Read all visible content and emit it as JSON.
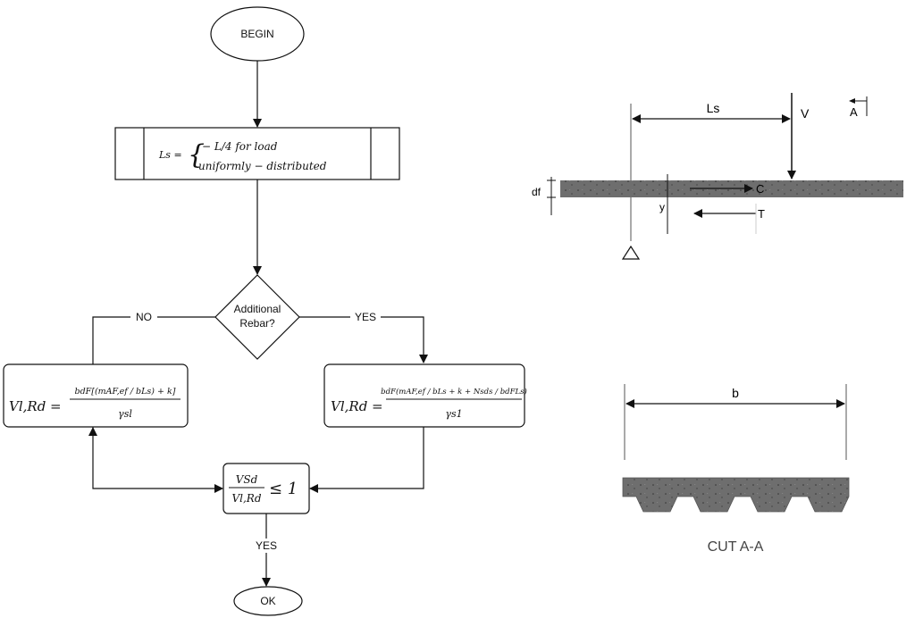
{
  "flowchart": {
    "begin": "BEGIN",
    "ls_box": {
      "lhs": "Ls =",
      "line1": "− L/4 for load",
      "line2": "uniformly − distributed"
    },
    "decision_line1": "Additional",
    "decision_line2": "Rebar?",
    "no_label": "NO",
    "yes_label": "YES",
    "left_formula": {
      "lhs": "Vl,Rd =",
      "numerator": "bdF[(mAF,ef / bLs) + k]",
      "denominator": "γsl"
    },
    "right_formula": {
      "lhs": "Vl,Rd =",
      "numerator": "bdF(mAF,ef / bLs + k + Nsds / bdFLs)",
      "denominator": "γs1"
    },
    "check": {
      "numerator": "VSd",
      "denominator": "Vl,Rd",
      "relation": "≤ 1"
    },
    "yes_label_bottom": "YES",
    "end": "OK"
  },
  "section_diagram": {
    "ls": "Ls",
    "v": "V",
    "a": "A",
    "df": "df",
    "c": "C",
    "y": "y",
    "t": "T"
  },
  "cross_section": {
    "b": "b",
    "caption": "CUT A-A"
  },
  "colors": {
    "concrete": "#6b6b6b",
    "line": "#111111"
  }
}
